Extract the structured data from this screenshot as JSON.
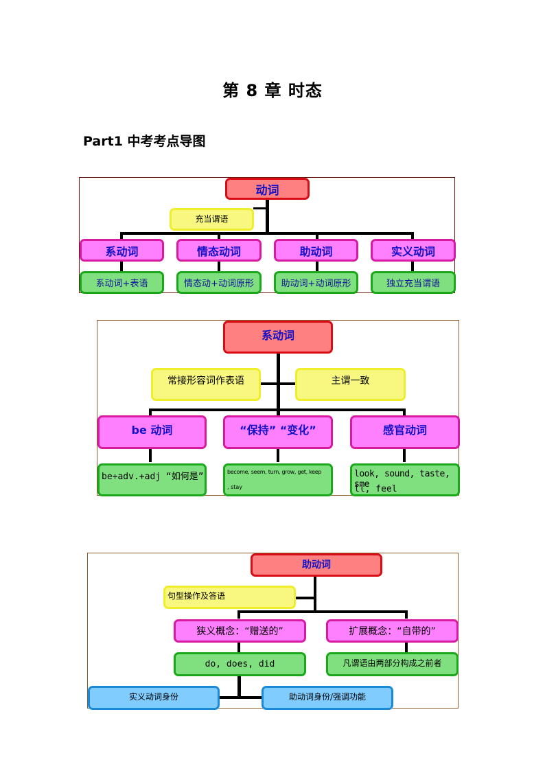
{
  "page": {
    "title": "第 8 章  时态",
    "subtitle": "Part1  中考考点导图"
  },
  "diagram1": {
    "root": "动词",
    "side_note": "充当谓语",
    "branches": [
      {
        "label": "系动词",
        "detail": "系动词+表语"
      },
      {
        "label": "情态动词",
        "detail": "情态动+动词原形"
      },
      {
        "label": "助动词",
        "detail": "助动词+动词原形"
      },
      {
        "label": "实义动词",
        "detail": "独立充当谓语"
      }
    ]
  },
  "diagram2": {
    "root": "系动词",
    "side_note_left": "常接形容词作表语",
    "side_note_right": "主谓一致",
    "branches": [
      {
        "label": "be 动词",
        "detail": "be+adv.+adj “如何是”"
      },
      {
        "label": "“保持”  “变化”",
        "detail_line1": "become, seem, turn, grow, get, keep",
        "detail_line2": ", stay"
      },
      {
        "label": "感官动词",
        "detail_line1": "look, sound, taste, sme",
        "detail_line2": "ll, feel"
      }
    ]
  },
  "diagram3": {
    "root": "助动词",
    "side_note": "句型操作及答语",
    "branches": [
      {
        "label": "狭义概念：“赠送的”",
        "detail": "do, does, did"
      },
      {
        "label": "扩展概念：“自带的”",
        "detail": "凡谓语由两部分构成之前者"
      }
    ],
    "sub_branches": [
      {
        "label": "实义动词身份"
      },
      {
        "label": "助动词身份/强调功能"
      }
    ]
  }
}
